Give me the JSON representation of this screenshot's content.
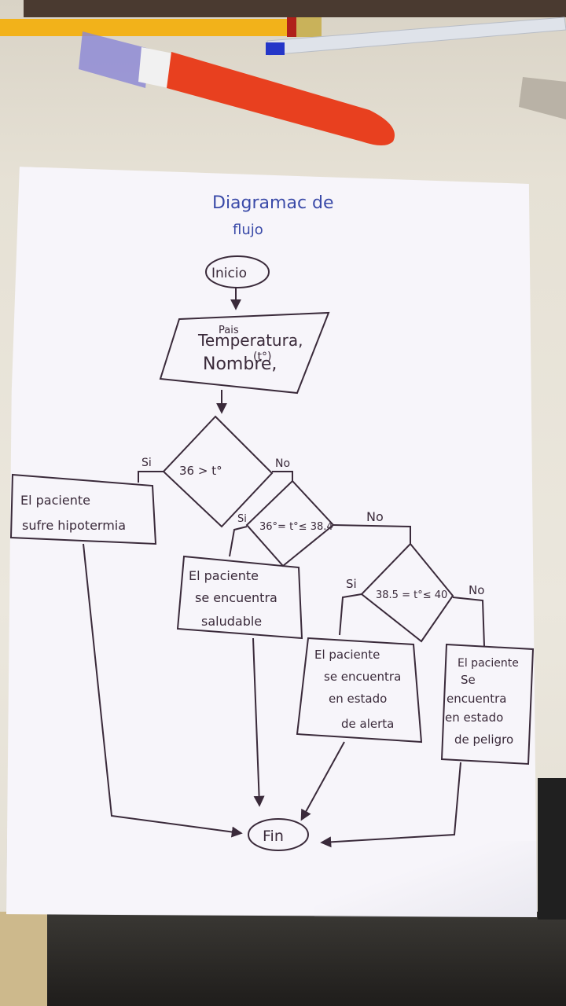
{
  "title": {
    "line1": "Diagramac de",
    "line2": "flujo"
  },
  "start": "Inicio",
  "input": {
    "top": "Pais",
    "line1": "Temperatura,",
    "line2": "(t°)",
    "line3": "Nombre,"
  },
  "decision1": {
    "text": "36 > t°",
    "yes": "Si",
    "no": "No"
  },
  "decision2": {
    "text": "36°= t°≤ 38.4",
    "yes": "Si",
    "no": "No"
  },
  "decision3": {
    "text": "38.5 = t°≤ 40",
    "yes": "Si",
    "no": "No"
  },
  "box_hypo": {
    "line1": "El paciente",
    "line2": "sufre hipotermia"
  },
  "box_healthy": {
    "line1": "El paciente",
    "line2": "se encuentra",
    "line3": "saludable"
  },
  "box_alert": {
    "line1": "El paciente",
    "line2": "se encuentra",
    "line3": "en estado",
    "line4": "de alerta"
  },
  "box_danger": {
    "line1": "El paciente",
    "line2": "Se",
    "line3": "encuentra",
    "line4": "en estado",
    "line5": "de peligro"
  },
  "end": "Fin",
  "colors": {
    "ink": "#3a2a3a",
    "title_ink": "#3a4aa8",
    "paper": "#f7f5fa",
    "pen_red": "#e8401f",
    "pencil_yellow": "#f2b21a"
  }
}
